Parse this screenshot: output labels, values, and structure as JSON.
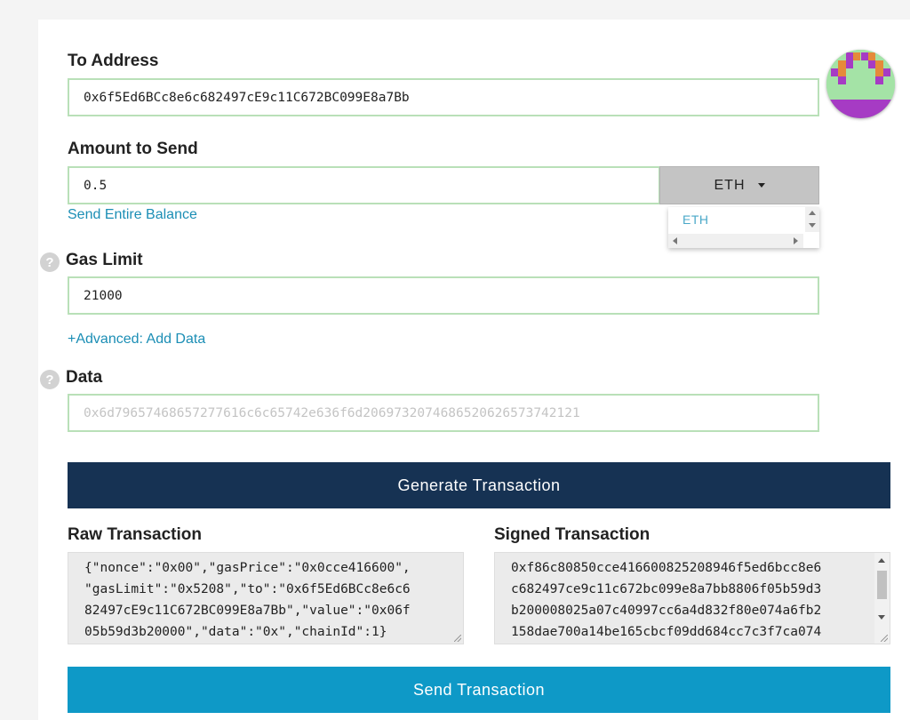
{
  "colors": {
    "field_border": "#b9e0b8",
    "link": "#1b8eb5",
    "generate_button_bg": "#163253",
    "send_button_bg": "#0e99c7",
    "unit_button_bg": "#c4c4c4",
    "identicon_green": "#a4e3a6",
    "identicon_purple": "#a63bc4",
    "identicon_orange": "#e58a3a"
  },
  "to_address": {
    "label": "To Address",
    "value": "0x6f5Ed6BCc8e6c682497cE9c11C672BC099E8a7Bb",
    "identicon": "address-identicon"
  },
  "amount": {
    "label": "Amount to Send",
    "value": "0.5",
    "unit": "ETH",
    "send_entire_balance": "Send Entire Balance",
    "unit_options": [
      "ETH"
    ]
  },
  "gas_limit": {
    "label": "Gas Limit",
    "help_icon": "question-circle-icon",
    "value": "21000"
  },
  "advanced_link": "+Advanced: Add Data",
  "data_field": {
    "label": "Data",
    "help_icon": "question-circle-icon",
    "placeholder": "0x6d79657468657277616c6c65742e636f6d2069732074686520626573742121"
  },
  "generate_button": "Generate Transaction",
  "raw_transaction": {
    "label": "Raw Transaction",
    "lines": [
      "{\"nonce\":\"0x00\",\"gasPrice\":\"0x0cce416600\",",
      "\"gasLimit\":\"0x5208\",\"to\":\"0x6f5Ed6BCc8e6c6",
      "82497cE9c11C672BC099E8a7Bb\",\"value\":\"0x06f",
      "05b59d3b20000\",\"data\":\"0x\",\"chainId\":1}"
    ]
  },
  "signed_transaction": {
    "label": "Signed Transaction",
    "lines": [
      "0xf86c80850cce416600825208946f5ed6bcc8e6",
      "c682497ce9c11c672bc099e8a7bb8806f05b59d3",
      "b200008025a07c40997cc6a4d832f80e074a6fb2",
      "158dae700a14be165cbcf09dd684cc7c3f7ca074"
    ]
  },
  "send_button": "Send Transaction"
}
